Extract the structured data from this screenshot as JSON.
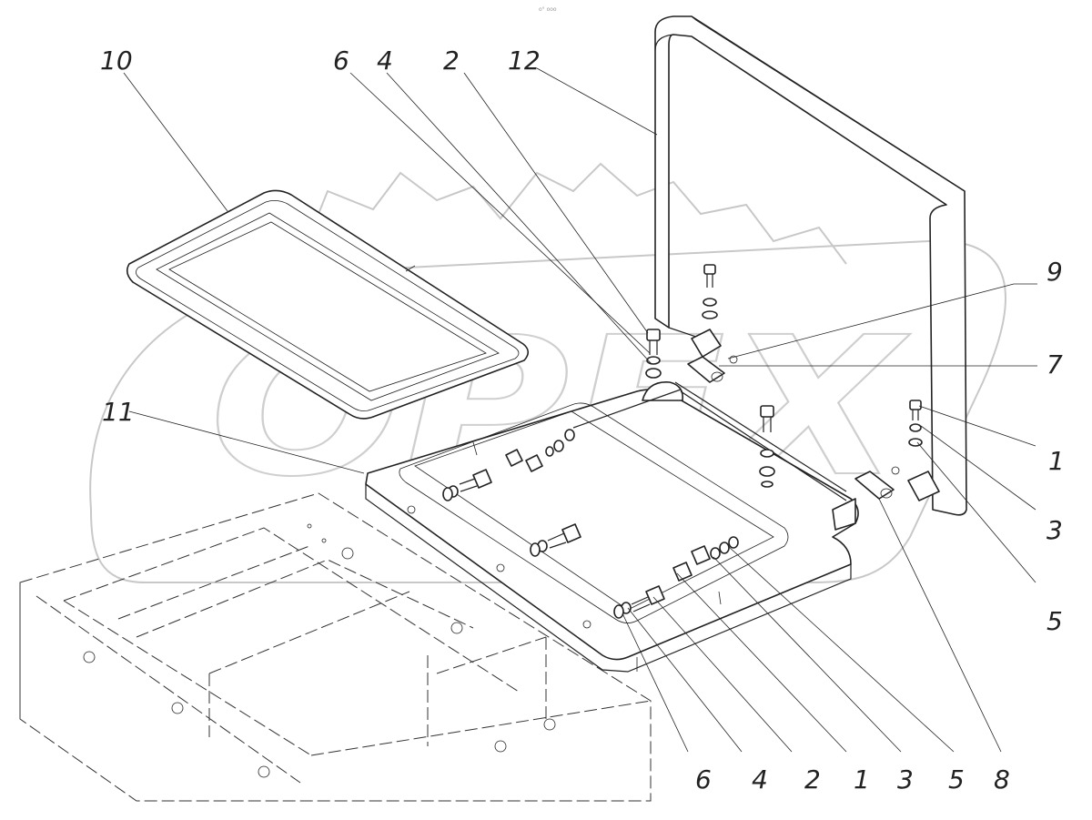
{
  "header": {
    "tiny_text": "o°  ooo"
  },
  "callouts": {
    "top": [
      "10",
      "6",
      "4",
      "2",
      "12"
    ],
    "left": [
      "11"
    ],
    "right": [
      "9",
      "7",
      "1",
      "3",
      "5"
    ],
    "bottom": [
      "6",
      "4",
      "2",
      "1",
      "3",
      "5",
      "8"
    ]
  },
  "watermark": {
    "text": "OPEX"
  },
  "colors": {
    "line": "#222222",
    "watermark": "#c8c8c8",
    "background": "#ffffff"
  }
}
